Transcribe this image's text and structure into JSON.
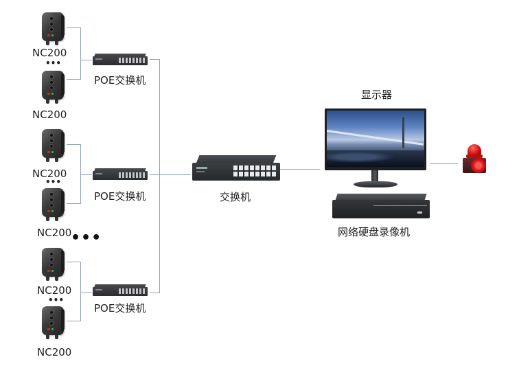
{
  "diagram": {
    "line_color": "#8fa3bd",
    "groups": [
      {
        "poe_switch_label": "POE交换机",
        "devices": [
          {
            "label": "NC200",
            "icon": "nc200-detector-icon"
          },
          {
            "label": "NC200",
            "icon": "nc200-detector-icon"
          }
        ],
        "ellipsis": "•••"
      },
      {
        "poe_switch_label": "POE交换机",
        "devices": [
          {
            "label": "NC200",
            "icon": "nc200-detector-icon"
          },
          {
            "label": "NC200",
            "icon": "nc200-detector-icon"
          }
        ],
        "ellipsis": "•••",
        "trailing_ellipsis": "•••"
      },
      {
        "poe_switch_label": "POE交换机",
        "devices": [
          {
            "label": "NC200",
            "icon": "nc200-detector-icon"
          },
          {
            "label": "NC200",
            "icon": "nc200-detector-icon"
          }
        ],
        "ellipsis": "•••"
      }
    ],
    "core_switch_label": "交换机",
    "monitor_label": "显示器",
    "nvr_label": "网络硬盘录像机",
    "alarm_icon": "sound-light-alarm-icon",
    "accent_alarm_color": "#d41414"
  }
}
